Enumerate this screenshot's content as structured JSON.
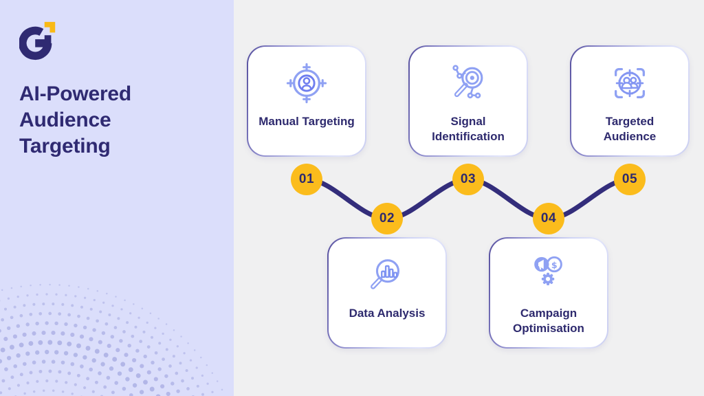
{
  "sidebar": {
    "title": "AI-Powered Audience Targeting",
    "logo": "g-brand-mark"
  },
  "steps": [
    {
      "number": "01",
      "label": "Manual Targeting",
      "icon": "target-user-icon"
    },
    {
      "number": "02",
      "label": "Data Analysis",
      "icon": "magnifier-bar-chart-icon"
    },
    {
      "number": "03",
      "label": "Signal Identification",
      "icon": "magnifier-signal-icon"
    },
    {
      "number": "04",
      "label": "Campaign Optimisation",
      "icon": "megaphone-dollar-gear-icon"
    },
    {
      "number": "05",
      "label": "Targeted Audience",
      "icon": "focus-audience-icon"
    }
  ],
  "icons": {
    "dollar_glyph": "$"
  },
  "colors": {
    "sidebar_bg": "#dbdefb",
    "canvas_bg": "#f0f0f1",
    "navy_text": "#2f2a72",
    "wave_line": "#332d7b",
    "badge_yellow": "#fbbc1c",
    "icon_blue": "#8fa1f3",
    "icon_blue_dark": "#6f7eef",
    "halftone_dots": "#b1b5e7",
    "logo_yellow": "#f9b916"
  }
}
